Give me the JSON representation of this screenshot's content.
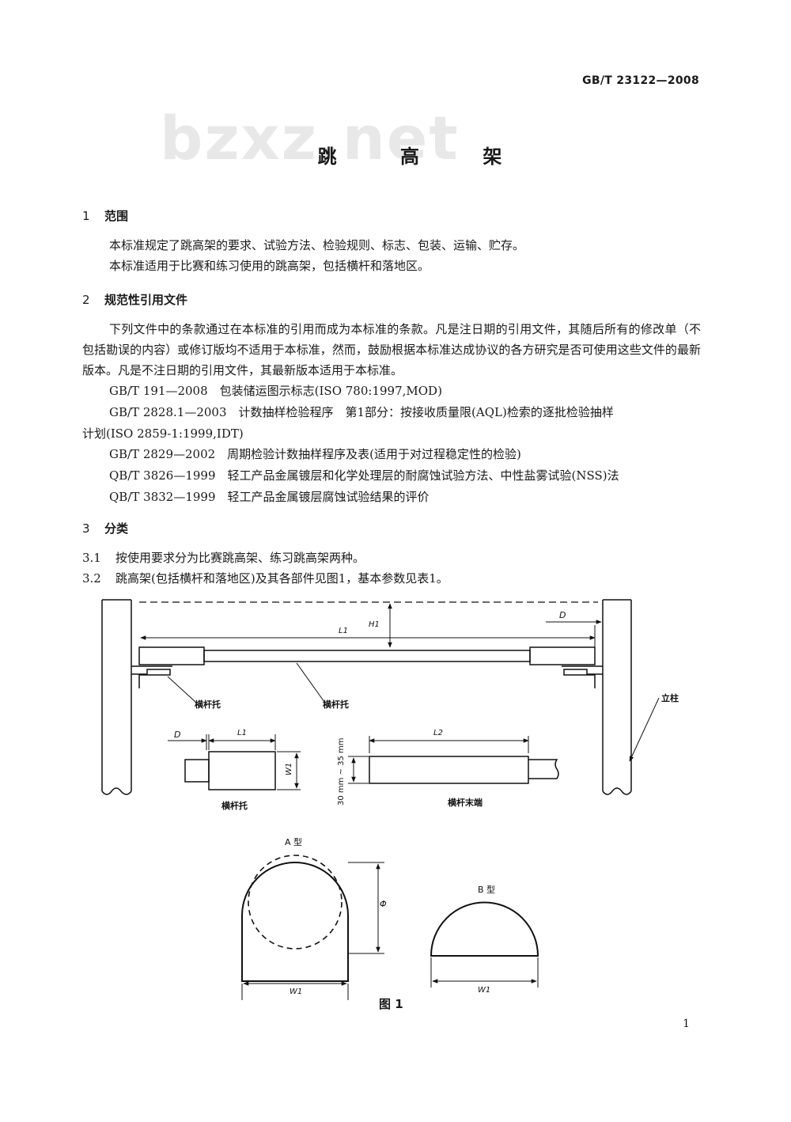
{
  "header": {
    "standard_code": "GB/T 23122—2008"
  },
  "watermark": "bzxz.net",
  "title": "跳 高 架",
  "section1": {
    "num": "1",
    "heading": "范围",
    "p1": "本标准规定了跳高架的要求、试验方法、检验规则、标志、包装、运输、贮存。",
    "p2": "本标准适用于比赛和练习使用的跳高架，包括横杆和落地区。"
  },
  "section2": {
    "num": "2",
    "heading": "规范性引用文件",
    "intro": "下列文件中的条款通过在本标准的引用而成为本标准的条款。凡是注日期的引用文件，其随后所有的修改单（不包括勘误的内容）或修订版均不适用于本标准，然而，鼓励根据本标准达成协议的各方研究是否可使用这些文件的最新版本。凡是不注日期的引用文件，其最新版本适用于本标准。",
    "refs": [
      "GB/T 191—2008　包装储运图示标志(ISO 780:1997,MOD)",
      "GB/T 2828.1—2003　计数抽样检验程序　第1部分：按接收质量限(AQL)检索的逐批检验抽样",
      "计划(ISO 2859-1:1999,IDT)",
      "GB/T 2829—2002　周期检验计数抽样程序及表(适用于对过程稳定性的检验)",
      "QB/T 3826—1999　轻工产品金属镀层和化学处理层的耐腐蚀试验方法、中性盐雾试验(NSS)法",
      "QB/T 3832—1999　轻工产品金属镀层腐蚀试验结果的评价"
    ]
  },
  "section3": {
    "num": "3",
    "heading": "分类",
    "c1_num": "3.1",
    "c1": "按使用要求分为比赛跳高架、练习跳高架两种。",
    "c2_num": "3.2",
    "c2": "跳高架(包括横杆和落地区)及其各部件见图1，基本参数见表1。"
  },
  "figure": {
    "labels": {
      "H1": "H1",
      "L1": "L1",
      "D": "D",
      "L2": "L2",
      "W1": "W1",
      "phi": "Φ",
      "bar_support": "横杆托",
      "post": "立柱",
      "bar_end": "横杆末端",
      "dim_range": "30 mm ~ 35 mm",
      "type_a": "A 型",
      "type_b": "B 型"
    },
    "caption": "图 1"
  },
  "page_number": "1"
}
